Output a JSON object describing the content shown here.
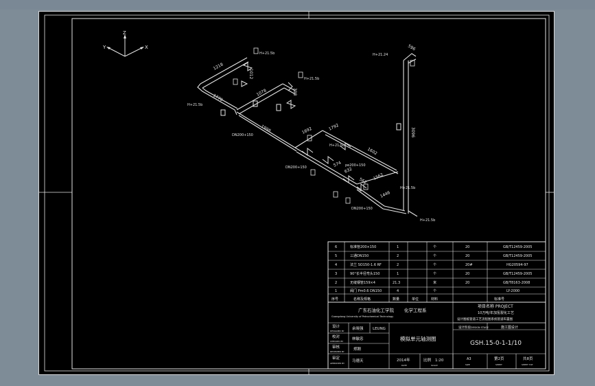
{
  "axes": {
    "z": "Z",
    "y": "Y",
    "x": "X"
  },
  "dims": [
    "1218",
    "1012",
    "1770",
    "1078",
    "1998",
    "1792",
    "1692",
    "1602",
    "1562",
    "562",
    "574",
    "632",
    "596",
    "1446",
    "398",
    "3096"
  ],
  "elevations": [
    "H+21.5b",
    "H+21.5b",
    "H+21.5b",
    "H+21.5b",
    "H+21.24",
    "H+21.5b",
    "H+21.5b"
  ],
  "pipe_labels": [
    "DN200+150",
    "DN200+150",
    "DN200+150",
    "pe200+150"
  ],
  "bom": {
    "rows": [
      {
        "no": "6",
        "name": "标准管200×150",
        "qty": "1",
        "unit": "个",
        "mat": "20",
        "std": "GB/T12459-2005"
      },
      {
        "no": "5",
        "name": "三通DN150",
        "qty": "2",
        "unit": "个",
        "mat": "20",
        "std": "GB/T12459-2005"
      },
      {
        "no": "4",
        "name": "法兰 SO150-1.6 RF",
        "qty": "2",
        "unit": "个",
        "mat": "20#",
        "std": "HG20594-97"
      },
      {
        "no": "3",
        "name": "90°长半径弯头150",
        "qty": "1",
        "unit": "个",
        "mat": "20",
        "std": "GB/T12459-2005"
      },
      {
        "no": "2",
        "name": "无缝钢管159×4",
        "qty": "21.3",
        "unit": "米",
        "mat": "20",
        "std": "GB/T8163-2008"
      },
      {
        "no": "1",
        "name": "阀门 Pm0.6 DN150",
        "qty": "4",
        "unit": "个",
        "mat": "",
        "std": "LY-2000"
      }
    ],
    "header": {
      "no": "序号",
      "name": "名称及规格",
      "qty": "数量",
      "unit": "单位",
      "mat": "材料",
      "std": "标准号"
    }
  },
  "title_block": {
    "company": "广东石油化工学院",
    "company_en": "Guangdong University of Petrochemical Technology",
    "dept": "化学工程系",
    "project_label": "项目名称 PROJECT",
    "project_name": "10万吨/年加氢裂化工艺",
    "project_sub": "设计图纸管道工艺流程图系统管道布置图",
    "design_stage_label": "设计阶段",
    "design_stage_en": "DESIGN STAGE",
    "design_stage": "施工图设计",
    "roles": [
      {
        "cn": "设计",
        "en": "DESIGNED BY",
        "name": "余晓强",
        "sig": "LEUNG"
      },
      {
        "cn": "校对",
        "en": "CHECKED BY",
        "name": "林敏忠"
      },
      {
        "cn": "审核",
        "en": "REVIEWED BY",
        "name": "郑刚"
      },
      {
        "cn": "审定",
        "en": "APPROVED BY",
        "name": "马德天"
      }
    ],
    "drawing_title": "模拟单元轴测图",
    "drawing_no": "GSH.15-0-1-1/10",
    "date": "2014年",
    "date_en": "DATE",
    "scale_label": "比例",
    "scale": "1:20",
    "scale_en": "SCALE",
    "size": "A3",
    "size_en": "SIZE",
    "sheet_no": "第2页",
    "sheet_en": "SHEET",
    "total_sheets": "共8页",
    "total_en": "SHEET TOT"
  }
}
